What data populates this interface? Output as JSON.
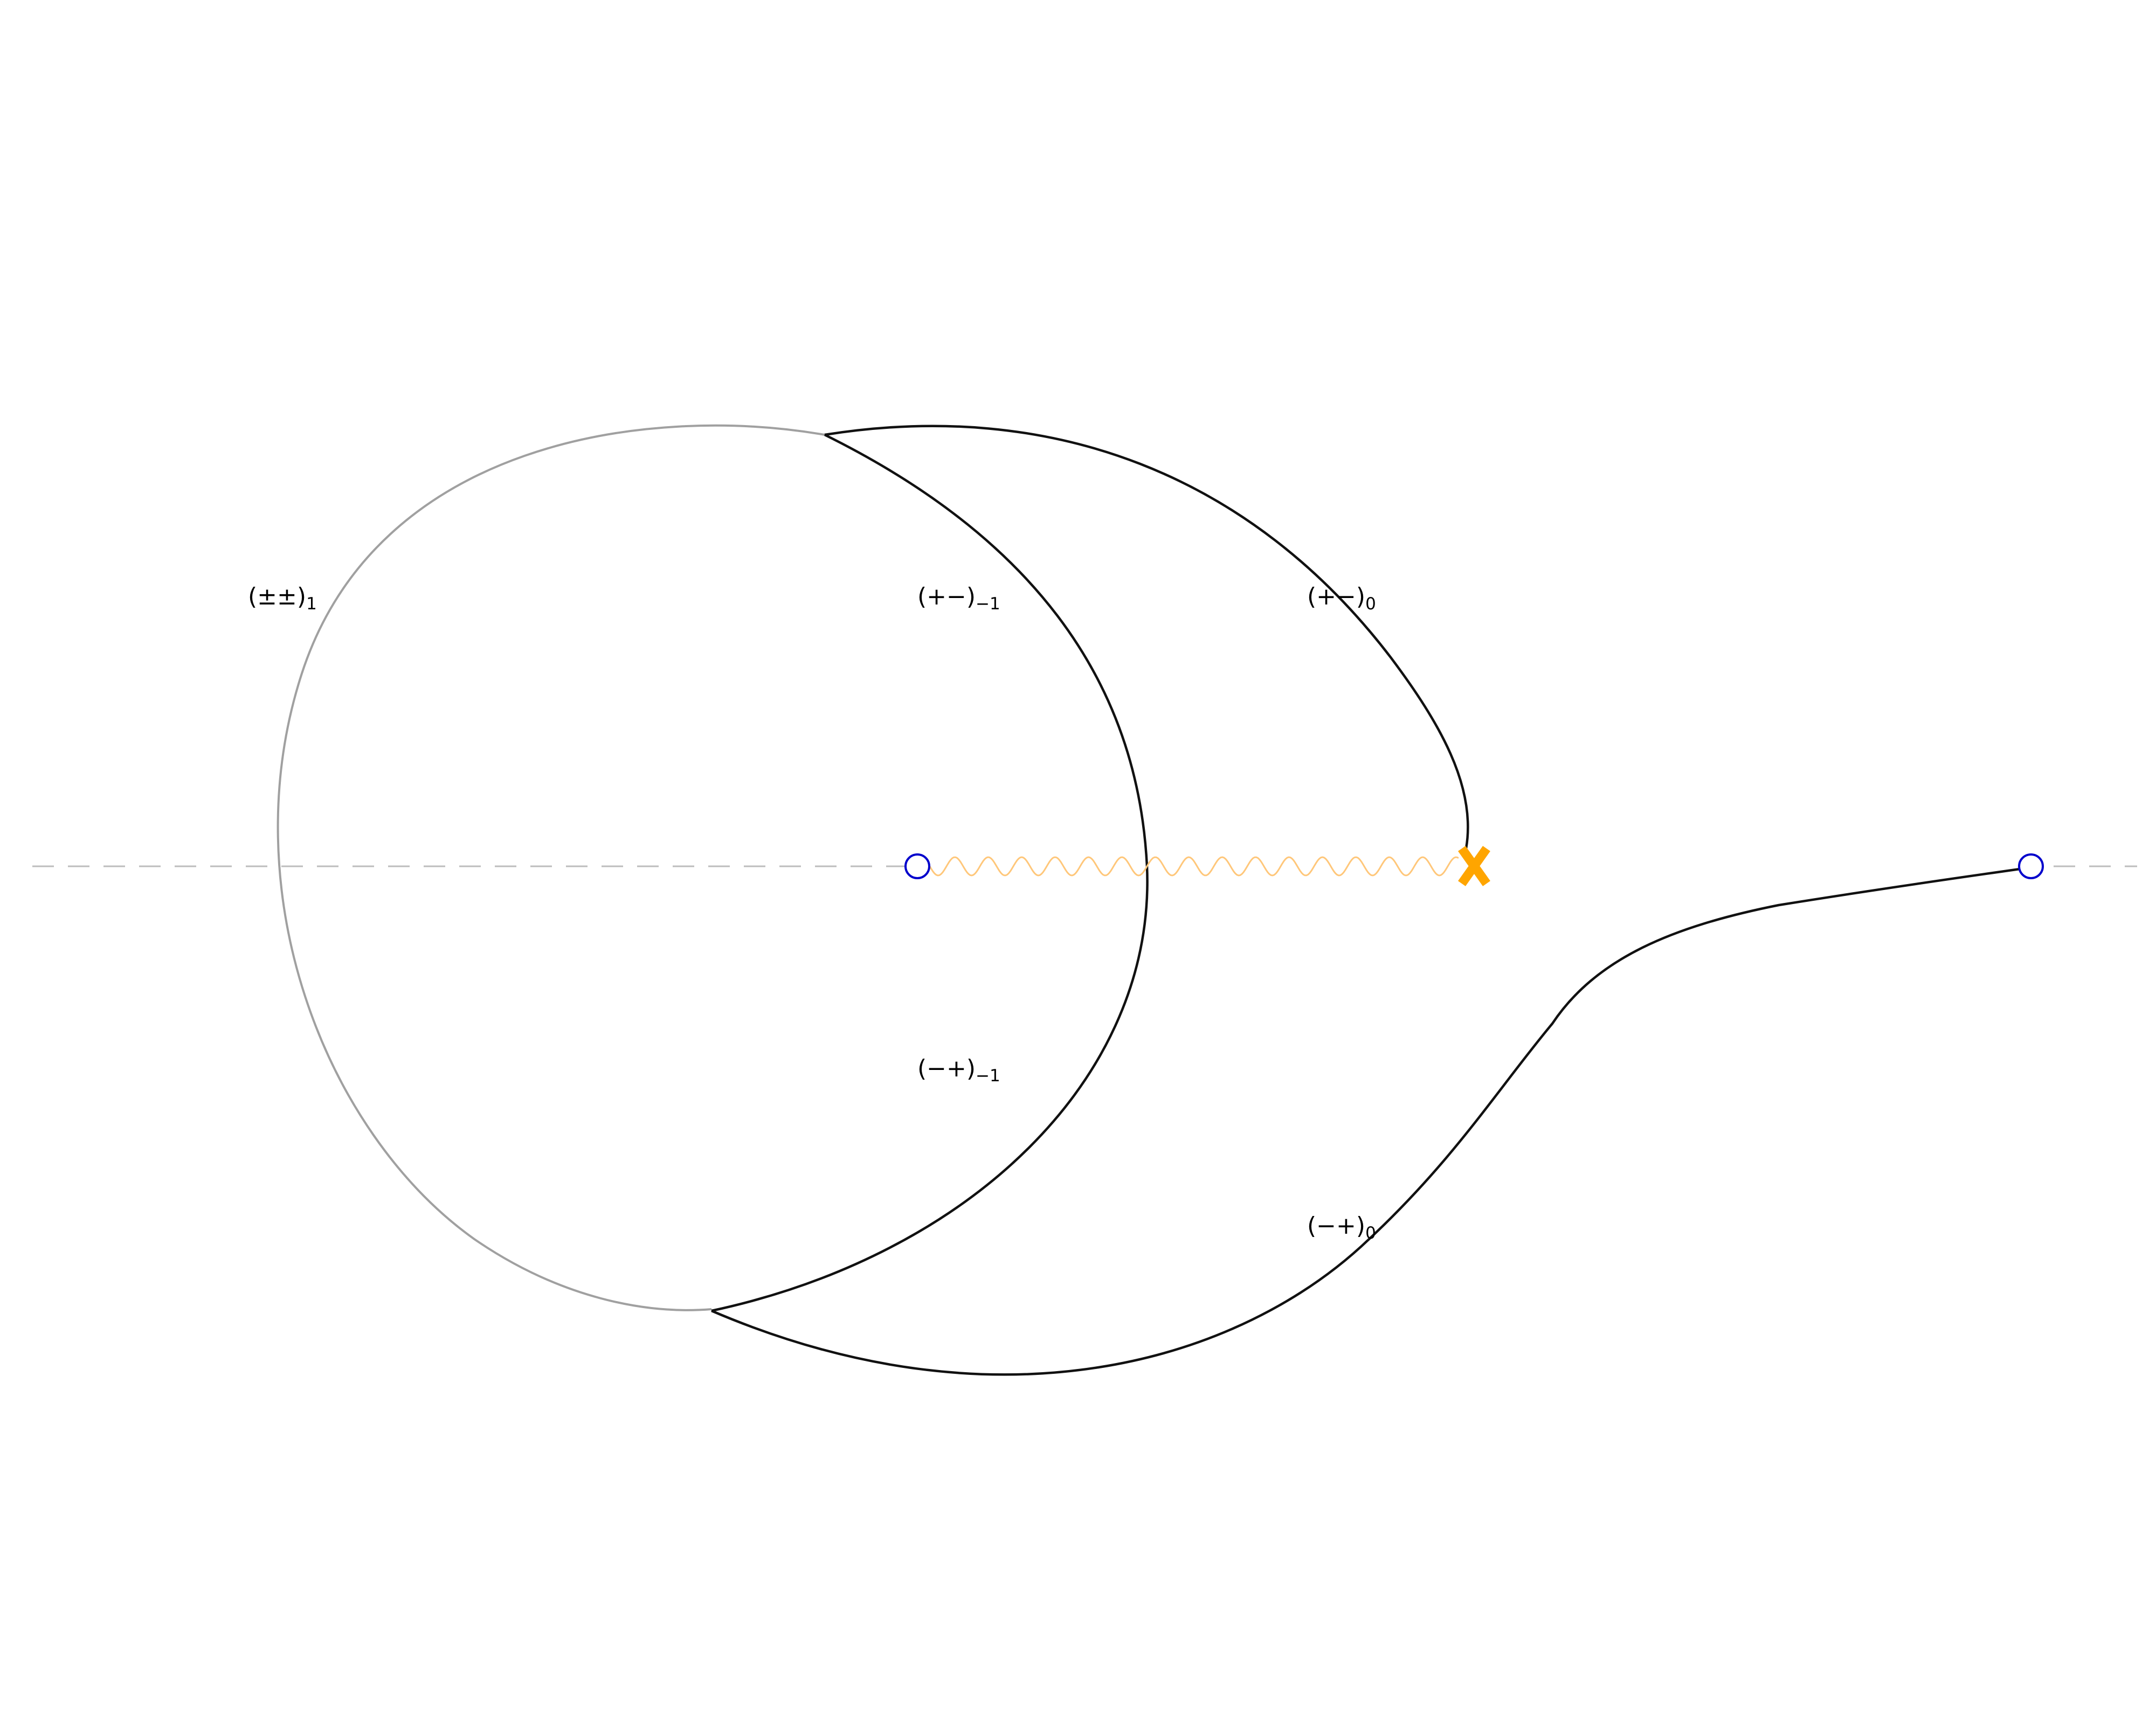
{
  "colors": {
    "background": "#ffffff",
    "axis": "#bdbdbd",
    "circle": "#a0a0a0",
    "contour": "#111111",
    "branch_cut": "#ffc77a",
    "branch_point": "#ffa500",
    "marker": "#0000cc"
  },
  "labels": {
    "pm_pm_1": {
      "main": "(±±)",
      "sub": "1"
    },
    "pm_m1": {
      "main": "(+−)",
      "sub": "−1"
    },
    "pm_0": {
      "main": "(+−)",
      "sub": "0"
    },
    "mp_m1": {
      "main": "(−+)",
      "sub": "−1"
    },
    "mp_0": {
      "main": "(−+)",
      "sub": "0"
    }
  },
  "icons": {
    "branch_point": "orange-cross-icon",
    "marker": "open-circle-icon"
  }
}
